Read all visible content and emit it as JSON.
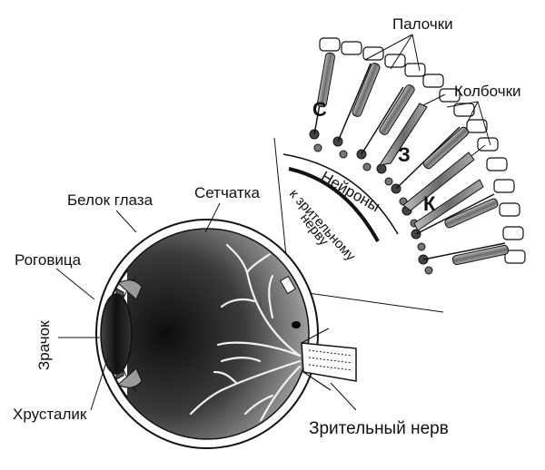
{
  "labels": {
    "rods": "Палочки",
    "cones": "Колбочки",
    "sclera": "Белок глаза",
    "retina": "Сетчатка",
    "cornea": "Роговица",
    "pupil": "Зрачок",
    "lens": "Хрусталик",
    "optic_nerve": "Зрительный нерв",
    "neurons": "Нейроны",
    "to_optic_nerve_1": "к зрительному",
    "to_optic_nerve_2": "нерву"
  },
  "cone_letters": [
    "С",
    "З",
    "К"
  ],
  "colors": {
    "ink": "#111111",
    "eye_dark": "#1e1e1e",
    "eye_light": "#e8e8e8",
    "vessel": "#f2f2f2"
  }
}
